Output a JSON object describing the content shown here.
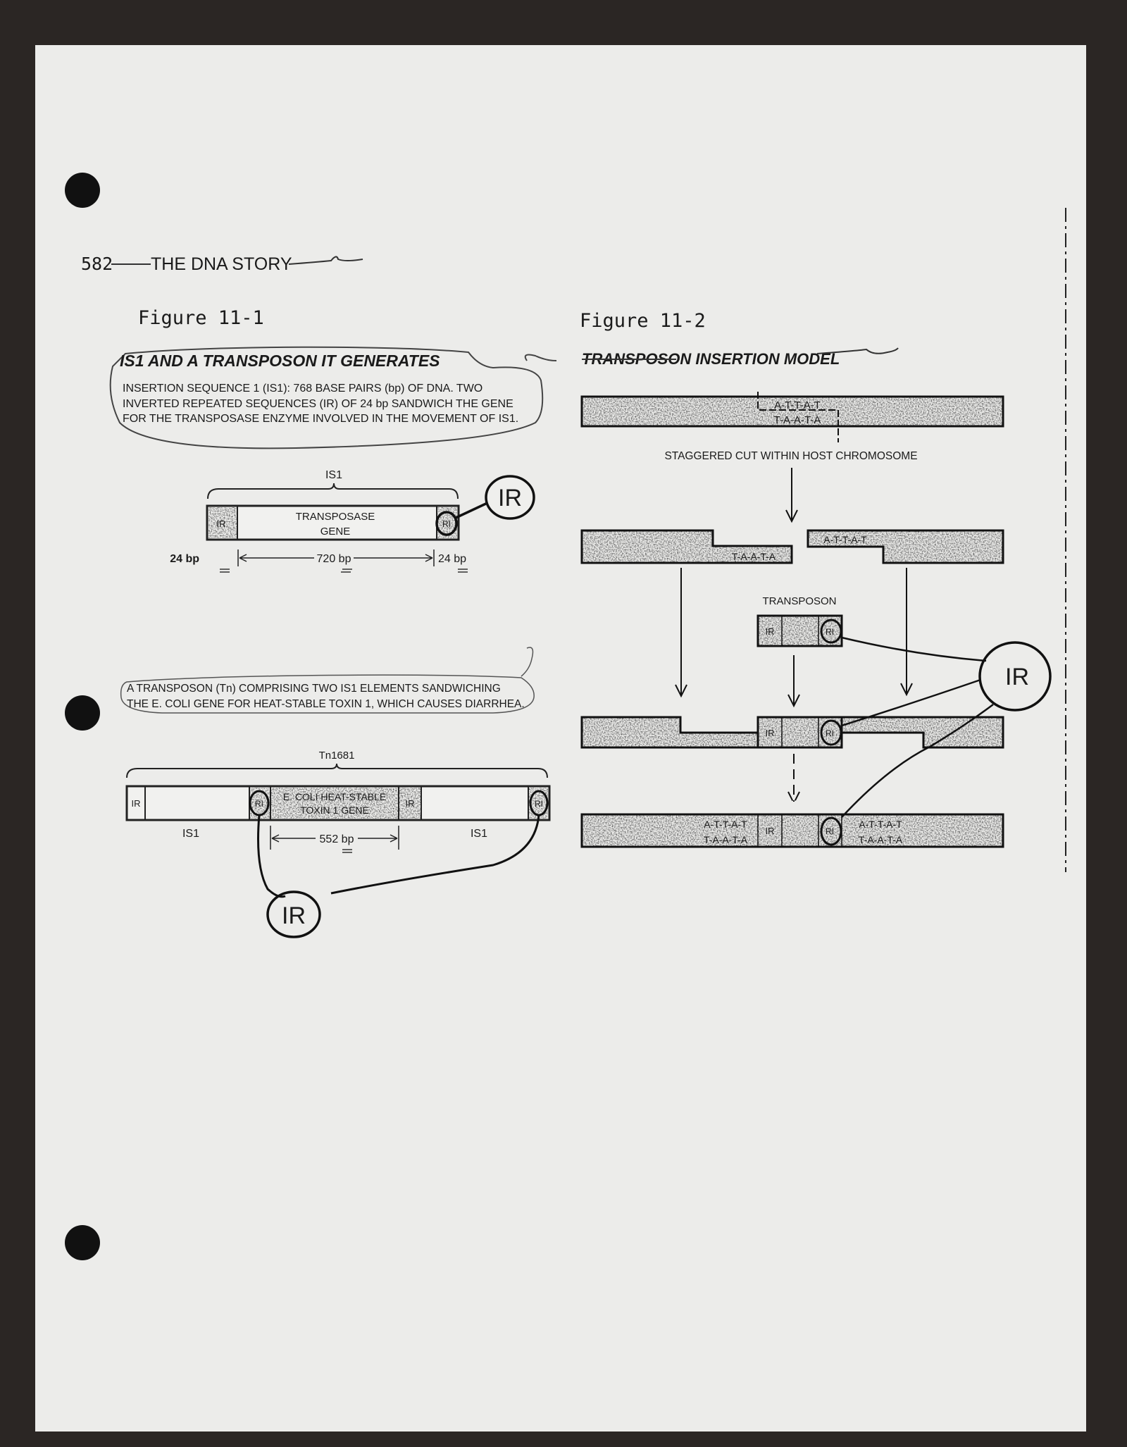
{
  "header": {
    "page_number": "582",
    "running_title": "THE DNA STORY"
  },
  "figure1": {
    "label": "Figure 11-1",
    "title": "IS1 AND A TRANSPOSON IT GENERATES",
    "caption_lines": [
      "INSERTION SEQUENCE 1 (IS1): 768 BASE PAIRS (bp) OF DNA. TWO",
      "INVERTED REPEATED SEQUENCES (IR) OF 24 bp SANDWICH THE GENE",
      "FOR THE TRANSPOSASE ENZYME INVOLVED IN THE MOVEMENT OF IS1."
    ],
    "is1_diagram": {
      "bracket_label": "IS1",
      "left_segment": "IR",
      "center_segment_line1": "TRANSPOSASE",
      "center_segment_line2": "GENE",
      "right_segment": "RI",
      "left_size": "24 bp",
      "center_size": "720 bp",
      "right_size": "24 bp",
      "annotation": "IR"
    },
    "caption2_lines": [
      "A TRANSPOSON (Tn) COMPRISING TWO IS1 ELEMENTS SANDWICHING",
      "THE E. COLI GENE FOR HEAT-STABLE TOXIN 1, WHICH CAUSES DIARRHEA."
    ],
    "tn_diagram": {
      "bracket_label": "Tn1681",
      "segments": [
        "IR",
        "RI",
        "E. COLI HEAT-STABLE",
        "TOXIN 1 GENE",
        "IR",
        "RI"
      ],
      "left_label": "IS1",
      "right_label": "IS1",
      "center_size": "552 bp",
      "annotation": "IR"
    }
  },
  "figure2": {
    "label": "Figure 11-2",
    "title": "TRANSPOSON INSERTION MODEL",
    "top_strand": "A-T-T-A-T",
    "bottom_strand": "T-A-A-T-A",
    "step_label": "STAGGERED CUT WITHIN HOST CHROMOSOME",
    "transposon_label": "TRANSPOSON",
    "ir_label": "IR",
    "ri_label": "RI",
    "annotation": "IR"
  }
}
